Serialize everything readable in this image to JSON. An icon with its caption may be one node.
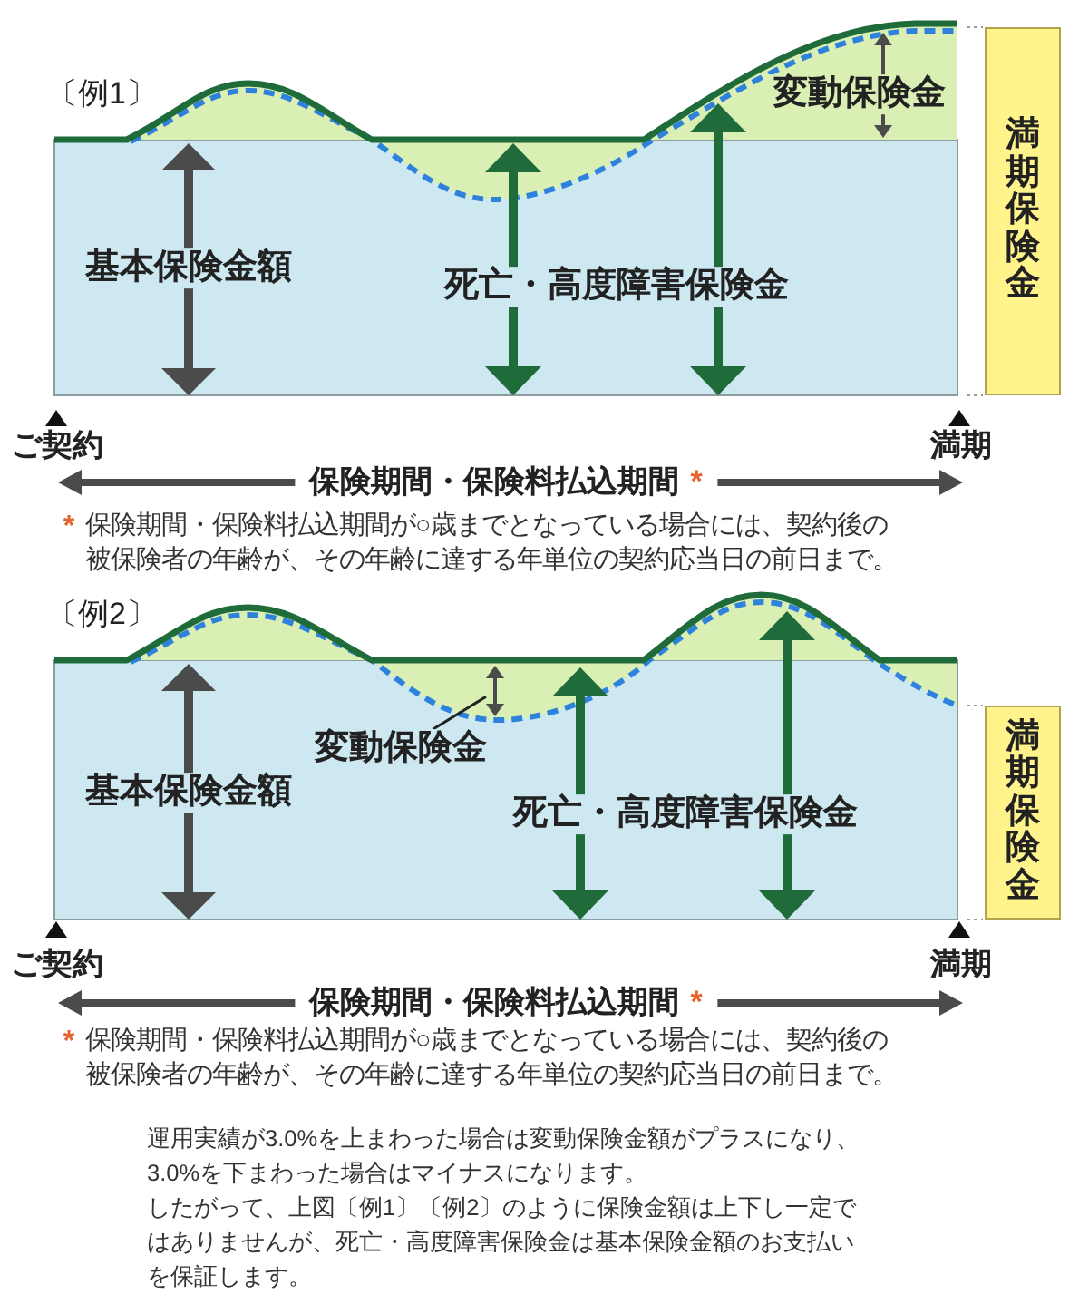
{
  "diagram": {
    "nodes": [
      {
        "text": [
          "満期保険金"
        ]
      },
      {
        "text": [
          "変動保険金"
        ]
      },
      {
        "text": [],
        "shape": "arrow"
      },
      {
        "text": [
          "満期保険金"
        ]
      }
    ],
    "edges": [
      {
        "from": 1,
        "to": 2,
        "arrow": "none"
      }
    ],
    "labels": [
      "〔例1〕",
      "変動保険金",
      "基本保険金額",
      "死亡・高度障害保険金",
      "ご契約",
      "満期",
      "保険期間・保険料払込期間",
      "*",
      "*",
      "保険期間・保険料払込期間が○歳までとなっている場合には、契約後の被保険者の年齢が、その年齢に達する年単位の契約応当日の前日まで。",
      "〔例2〕",
      "基本保険金額",
      "死亡・高度障害保険金",
      "ご契約",
      "満期",
      "保険期間・保険料払込期間",
      "*",
      "*",
      "保険期間・保険料払込期間が○歳までとなっている場合には、契約後の被保険者の年齢が、その年齢に達する年単位の契約応当日の前日まで。",
      "運用実績が3.0%を上まわった場合は変動保険金額がプラスになり、3.0%を下まわった場合はマイナスになります。",
      "したがって、上図〔例1〕〔例2〕のように保険金額は上下し一定ではありませんが、死亡・高度障害保険金は基本保険金額のお支払いを保証します。"
    ]
  }
}
